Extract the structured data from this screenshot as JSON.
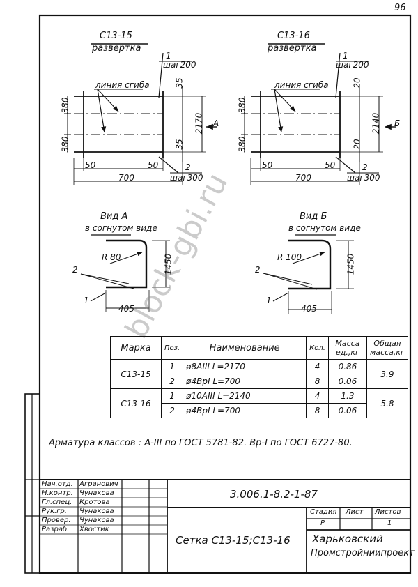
{
  "page_number": "96",
  "watermark": "block-gbi.ru",
  "left_view": {
    "title": "С13-15",
    "subtitle": "развертка",
    "bend_line": "линия сгиба",
    "pos1": "1",
    "step1": "шаг200",
    "pos2": "2",
    "step2": "шаг300",
    "dim_top_left": "380",
    "dim_bottom_left": "380",
    "dim_top_right": "35",
    "dim_bottom_right": "35",
    "dim_height": "2170",
    "dim_left_margin": "50",
    "dim_right_margin": "50",
    "dim_width": "700",
    "view_arrow": "А"
  },
  "right_view": {
    "title": "С13-16",
    "subtitle": "развертка",
    "bend_line": "линия сгиба",
    "pos1": "1",
    "step1": "шаг200",
    "pos2": "2",
    "step2": "шаг300",
    "dim_top_left": "380",
    "dim_bottom_left": "380",
    "dim_top_right": "20",
    "dim_bottom_right": "20",
    "dim_height": "2140",
    "dim_left_margin": "50",
    "dim_right_margin": "50",
    "dim_width": "700",
    "view_arrow": "Б"
  },
  "view_a": {
    "title": "Вид А",
    "subtitle": "в согнутом виде",
    "radius": "R 80",
    "height": "1450",
    "width": "405",
    "pos1": "1",
    "pos2": "2"
  },
  "view_b": {
    "title": "Вид Б",
    "subtitle": "в согнутом виде",
    "radius": "R 100",
    "height": "1450",
    "width": "405",
    "pos1": "1",
    "pos2": "2"
  },
  "spec_table": {
    "headers": [
      "Марка",
      "Поз.",
      "Наименование",
      "Кол.",
      "Масса ед.,кг",
      "Общая масса,кг"
    ],
    "groups": [
      {
        "mark": "С13-15",
        "total": "3.9",
        "rows": [
          {
            "pos": "1",
            "name": "ø8АIII   L=2170",
            "qty": "4",
            "mass": "0.86"
          },
          {
            "pos": "2",
            "name": "ø4ВрI   L=700",
            "qty": "8",
            "mass": "0.06"
          }
        ]
      },
      {
        "mark": "С13-16",
        "total": "5.8",
        "rows": [
          {
            "pos": "1",
            "name": "ø10АIII   L=2140",
            "qty": "4",
            "mass": "1.3"
          },
          {
            "pos": "2",
            "name": "ø4ВрI   L=700",
            "qty": "8",
            "mass": "0.06"
          }
        ]
      }
    ]
  },
  "note": "Арматура классов : А-III по ГОСТ 5781-82. Вр-I по ГОСТ 6727-80.",
  "title_block": {
    "roles": [
      "Нач.отд.",
      "Н.контр.",
      "Гл.спец.",
      "Рук.гр.",
      "Провер.",
      "Разраб."
    ],
    "names": [
      "Агранович",
      "Чунакова",
      "Кротова",
      "Чунакова",
      "Чунакова",
      "Хвостик"
    ],
    "doc_code": "3.006.1-8.2-1-87",
    "doc_title": "Сетка  С13-15;С13-16",
    "stage_label": "Стадия",
    "sheet_label": "Лист",
    "sheets_label": "Листов",
    "stage_value": "Р",
    "sheets_value": "1",
    "org_line1": "Харьковский",
    "org_line2": "Промстройниипроект"
  }
}
